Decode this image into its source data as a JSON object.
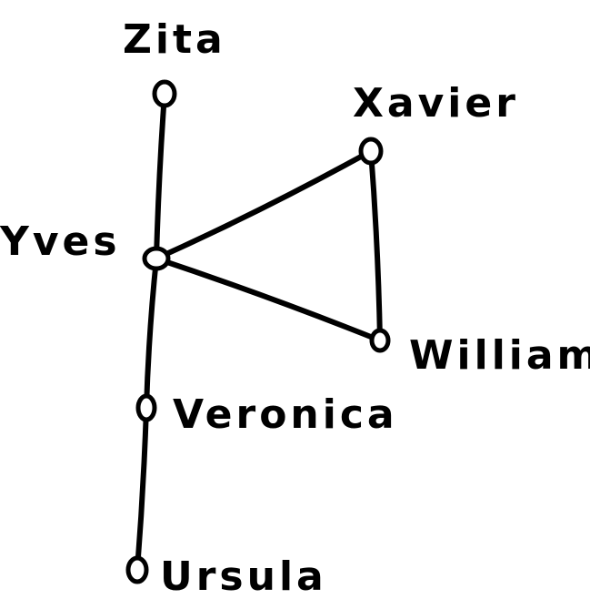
{
  "graph": {
    "type": "undirected-graph",
    "style": "hand-drawn",
    "line_color": "#000000",
    "background_color": "#ffffff",
    "nodes": [
      {
        "id": "zita",
        "label": "Zita"
      },
      {
        "id": "xavier",
        "label": "Xavier"
      },
      {
        "id": "yves",
        "label": "Yves"
      },
      {
        "id": "william",
        "label": "William"
      },
      {
        "id": "veronica",
        "label": "Veronica"
      },
      {
        "id": "ursula",
        "label": "Ursula"
      }
    ],
    "edges": [
      {
        "from": "zita",
        "to": "yves"
      },
      {
        "from": "yves",
        "to": "xavier"
      },
      {
        "from": "yves",
        "to": "william"
      },
      {
        "from": "xavier",
        "to": "william"
      },
      {
        "from": "yves",
        "to": "veronica"
      },
      {
        "from": "veronica",
        "to": "ursula"
      }
    ]
  }
}
